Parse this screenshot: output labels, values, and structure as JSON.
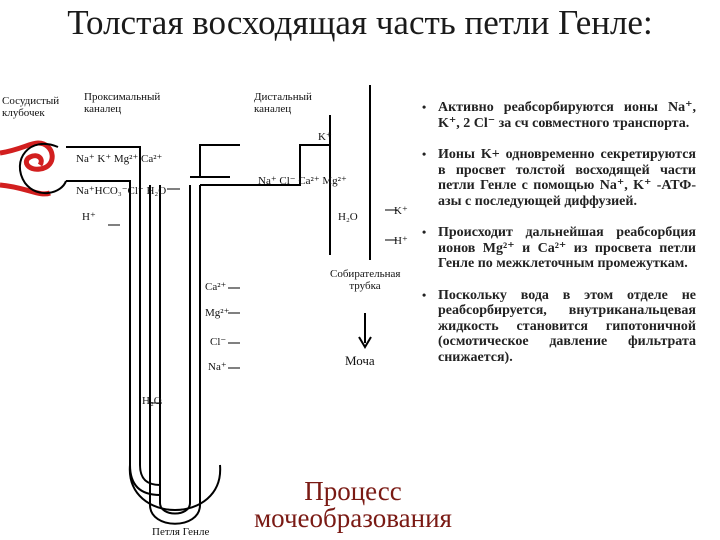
{
  "title": "Толстая восходящая часть петли Генле:",
  "diagram_labels": {
    "vessel": "Сосудистый клубочек",
    "proximal": "Проксимальный каналец",
    "distal": "Дистальный каналец",
    "collecting": "Собирательная трубка",
    "urine": "Моча",
    "loop": "Петля Генле",
    "ions_prox_top": "Na⁺ K⁺ Mg²⁺ Ca²⁺",
    "ions_prox_mid": "Na⁺HCO₃⁻Cl⁻ H₂O",
    "ions_prox_h": "H⁺",
    "ions_distal": "Na⁺ Cl⁻ Ca²⁺ Mg²⁺",
    "k_top": "K⁺",
    "h2o_coll": "H₂O",
    "k_coll": "K⁺",
    "h_coll": "H⁺",
    "ca_asc": "Ca²⁺",
    "mg_asc": "Mg²⁺",
    "cl_asc": "Cl⁻",
    "na_asc": "Na⁺",
    "h2o_desc": "H₂O"
  },
  "bullets": [
    "Активно реабсорбируются ионы Na⁺, K⁺, 2 Cl⁻ за сч совместного транспорта.",
    "Ионы K+ одновременно секретируются в просвет толстой восходящей части петли Генле с помощью Na⁺, K⁺ -АТФ-азы с последующей диффузией.",
    "Происходит дальнейшая реабсорбция ионов Mg²⁺ и Ca²⁺ из просвета петли Генле по межклеточным промежуткам.",
    "Поскольку вода в этом отделе не реабсорбируется, внутриканальцевая жидкость становится гипотоничной (осмотическое давление фильтрата снижается)."
  ],
  "bullet_marker": "•",
  "footer": "Процесс мочеобразования",
  "colors": {
    "vessel": "#d21f1f",
    "title": "#1a1a1a",
    "footer": "#7a1a14"
  }
}
